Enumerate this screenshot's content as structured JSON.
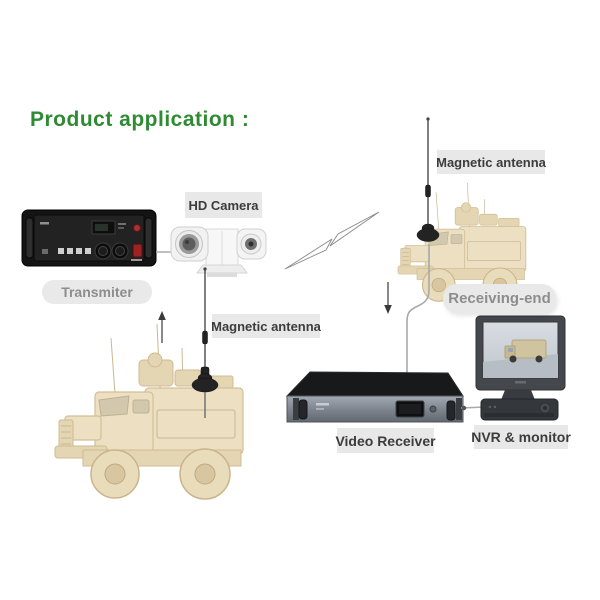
{
  "title": {
    "text": "Product application :"
  },
  "labels": {
    "transmitter": "Transmiter",
    "hd_camera": "HD Camera",
    "magnetic_antenna_left": "Magnetic antenna",
    "magnetic_antenna_right": "Magnetic antenna",
    "receiving_end": "Receiving-end",
    "video_receiver": "Video Receiver",
    "nvr_monitor": "NVR & monitor"
  },
  "colors": {
    "title_green": "#2f8b33",
    "label_bg": "#e8e8e8",
    "label_text": "#3c3c3c",
    "pill_bg": "#e9e9e9",
    "pill_text": "#8d8d8d",
    "vehicle_tan": "#ecdfc2",
    "device_dark": "#1a1a1a",
    "receiver_panel": "#868d96",
    "signal_bolt_stroke": "#8a8a8a"
  }
}
